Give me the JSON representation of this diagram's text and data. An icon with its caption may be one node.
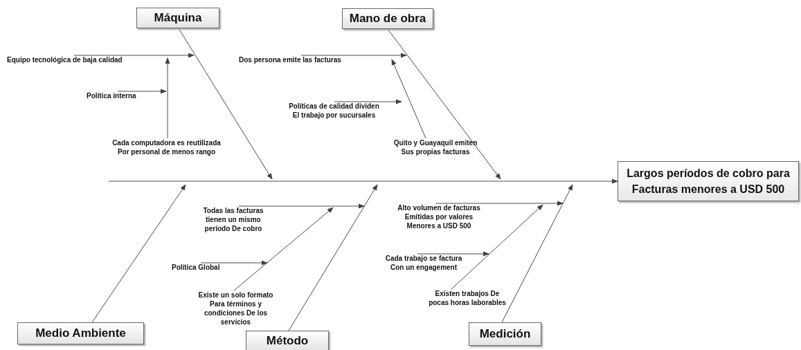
{
  "diagram": {
    "nodes": [
      {
        "text": [
          "Máquina"
        ]
      },
      {
        "text": [
          "Mano de obra"
        ]
      },
      {
        "text": [
          "Equipo tecnológica de baja calidad"
        ]
      },
      {
        "text": [
          "Dos persona emite las facturas"
        ]
      },
      {
        "text": [
          "Política interna"
        ]
      },
      {
        "text": [
          "Políticas de calidad dividen El trabajo por sucursales"
        ]
      },
      {
        "text": [
          "Cada computadora es reutilizada Por personal de menos rango"
        ]
      },
      {
        "text": [
          "Quito y Guayaquil emiten Sus propias facturas"
        ]
      },
      {
        "text": [
          "Largos períodos de cobro para Facturas menores a USD 500"
        ]
      },
      {
        "text": [
          "Todas las facturas tienen un mismo período De cobro"
        ]
      },
      {
        "text": [
          "Alto volumen de facturas Emitidas por valores Menores a USD 500"
        ]
      },
      {
        "text": [
          "Política Global"
        ]
      },
      {
        "text": [
          "Cada trabajo se factura Con un engagement"
        ]
      },
      {
        "text": [
          "Existe un solo formato Para términos y condiciones De los servicios"
        ]
      },
      {
        "text": [
          "Existen trabajos De pocas horas laborables"
        ]
      },
      {
        "text": [
          "Medio Ambiente"
        ]
      },
      {
        "text": [
          "Método"
        ]
      },
      {
        "text": [
          "Medición"
        ]
      }
    ],
    "edges": [
      {
        "from": 0,
        "to": null,
        "arrow": "to"
      },
      {
        "from": 1,
        "to": null,
        "arrow": "to"
      },
      {
        "from": 15,
        "to": null,
        "arrow": "to"
      },
      {
        "from": 16,
        "to": null,
        "arrow": "to"
      },
      {
        "from": 17,
        "to": null,
        "arrow": "to"
      },
      {
        "from": null,
        "to": 8,
        "arrow": "to"
      },
      {
        "from": 2,
        "to": null,
        "arrow": "to"
      },
      {
        "from": 4,
        "to": null,
        "arrow": "to"
      },
      {
        "from": 6,
        "to": null,
        "arrow": "to"
      },
      {
        "from": 3,
        "to": null,
        "arrow": "to"
      },
      {
        "from": 5,
        "to": null,
        "arrow": "to"
      },
      {
        "from": 7,
        "to": null,
        "arrow": "to"
      },
      {
        "from": 9,
        "to": null,
        "arrow": "to"
      },
      {
        "from": 11,
        "to": null,
        "arrow": "to"
      },
      {
        "from": 13,
        "to": null,
        "arrow": "to"
      },
      {
        "from": 10,
        "to": null,
        "arrow": "to"
      },
      {
        "from": 12,
        "to": null,
        "arrow": "to"
      },
      {
        "from": 14,
        "to": null,
        "arrow": "to"
      }
    ]
  }
}
